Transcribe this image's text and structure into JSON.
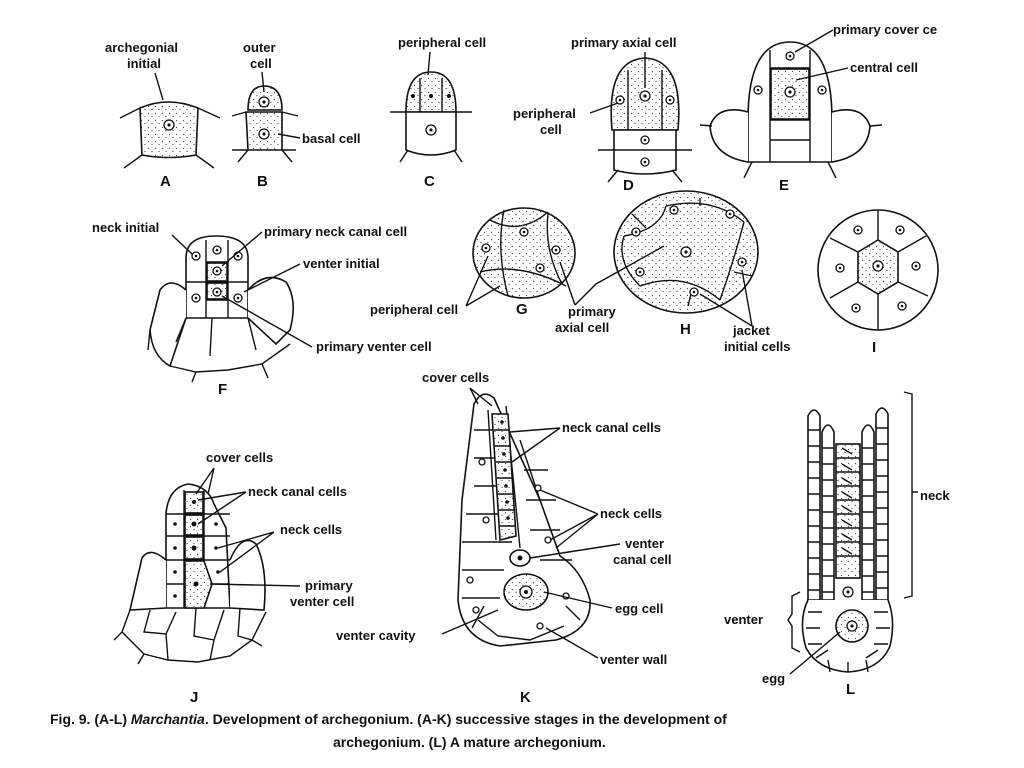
{
  "labels": {
    "archegonial_initial": [
      "archegonial",
      "initial"
    ],
    "outer_cell": [
      "outer",
      "cell"
    ],
    "basal_cell": "basal   cell",
    "peripheral_cell_c": "peripheral cell",
    "primary_axial_cell_d": "primary axial cell",
    "peripheral_cell_d": [
      "peripheral",
      "cell"
    ],
    "primary_cover_cell": "primary cover ce",
    "central_cell": "central cell",
    "neck_initial": "neck initial",
    "primary_neck_canal_cell": "primary neck canal cell",
    "venter_initial": "venter initial",
    "primary_venter_cell_f": "primary venter cell",
    "peripheral_cell_g": "peripheral cell",
    "primary_axial_cell_gh": [
      "primary",
      "axial cell"
    ],
    "jacket_initial_cells": [
      "jacket",
      "initial cells"
    ],
    "cover_cells_k": "cover cells",
    "neck_canal_cells_k": "neck canal cells",
    "neck_cells_k": "neck cells",
    "venter_canal_cell": [
      "venter",
      "canal cell"
    ],
    "egg_cell": "egg cell",
    "venter_cavity": "venter cavity",
    "venter_wall": "venter wall",
    "cover_cells_j": "cover cells",
    "neck_canal_cells_j": "neck canal cells",
    "neck_cells_j": "neck cells",
    "primary_venter_cell_j": [
      "primary",
      "venter cell"
    ],
    "neck": "neck",
    "venter": "venter",
    "egg": "egg"
  },
  "stage_letters": [
    "A",
    "B",
    "C",
    "D",
    "E",
    "F",
    "G",
    "H",
    "I",
    "J",
    "K",
    "L"
  ],
  "caption": {
    "prefix": "Fig. 9. (A-L) ",
    "genus": "Marchantia",
    "line1_rest": ". Development of archegonium. (A-K) successive stages in the development of",
    "line2": "archegonium. (L) A mature archegonium."
  }
}
